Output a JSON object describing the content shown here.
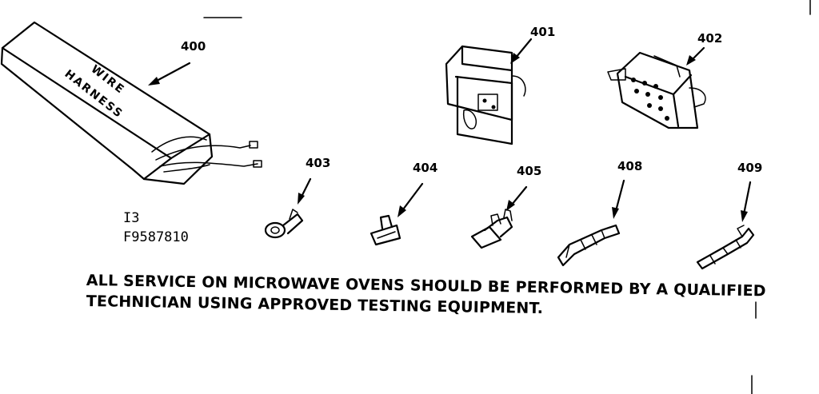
{
  "parts": {
    "p400": "400",
    "p401": "401",
    "p402": "402",
    "p403": "403",
    "p404": "404",
    "p405": "405",
    "p408": "408",
    "p409": "409"
  },
  "box_text": {
    "line1": "WIRE",
    "line2": "HARNESS"
  },
  "figure_id": {
    "line1": "I3",
    "line2": "F9587810"
  },
  "note": {
    "line1": "ALL SERVICE ON MICROWAVE OVENS SHOULD BE PERFORMED BY A QUALIFIED",
    "line2": "TECHNICIAN USING APPROVED TESTING EQUIPMENT."
  }
}
